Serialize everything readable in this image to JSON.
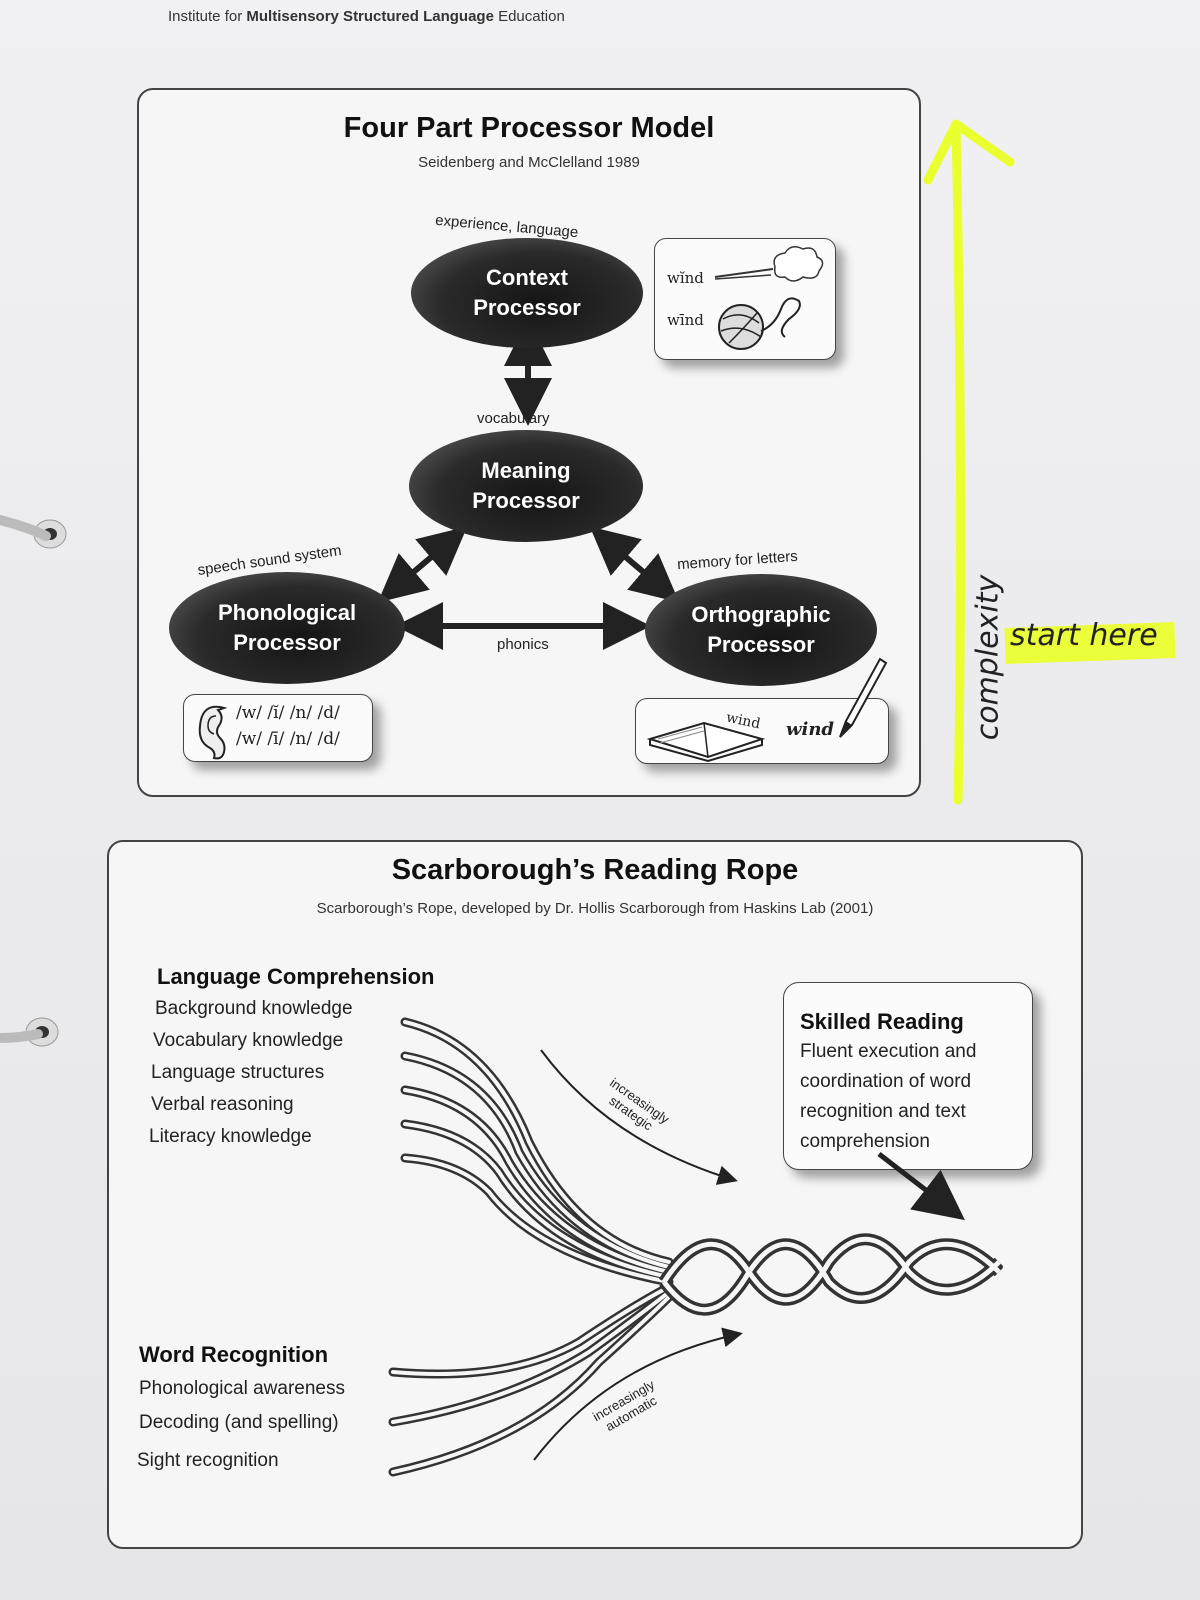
{
  "header": {
    "prefix": "Institute for ",
    "bold": "Multisensory Structured Language",
    "suffix": " Education"
  },
  "processor_model": {
    "title": "Four Part Processor Model",
    "subtitle": "Seidenberg and McClelland 1989",
    "context": {
      "line1": "Context",
      "line2": "Processor",
      "arc_label": "experience, language"
    },
    "meaning": {
      "line1": "Meaning",
      "line2": "Processor",
      "label": "vocabulary"
    },
    "phonological": {
      "line1": "Phonological",
      "line2": "Processor",
      "arc_label": "speech sound system"
    },
    "orthographic": {
      "line1": "Orthographic",
      "line2": "Processor",
      "arc_label": "memory for letters"
    },
    "phonics_label": "phonics",
    "context_card": {
      "word1": "wĭnd",
      "word2": "wīnd"
    },
    "phono_card": {
      "line1": "/w/ /ĭ/ /n/ /d/",
      "line2": "/w/ /ī/ /n/ /d/"
    },
    "ortho_card": {
      "book_word": "wind",
      "written_word": "wind"
    }
  },
  "annotation": {
    "arrow_label": "complexity",
    "start_label": "start here",
    "highlight_color": "#eaff3a"
  },
  "reading_rope": {
    "title": "Scarborough’s Reading Rope",
    "subtitle": "Scarborough’s Rope, developed by Dr. Hollis Scarborough from Haskins Lab (2001)",
    "language_comprehension": {
      "heading": "Language Comprehension",
      "items": [
        "Background knowledge",
        "Vocabulary knowledge",
        "Language structures",
        "Verbal reasoning",
        "Literacy knowledge"
      ]
    },
    "word_recognition": {
      "heading": "Word Recognition",
      "items": [
        "Phonological awareness",
        "Decoding (and spelling)",
        "Sight recognition"
      ]
    },
    "skilled_reading": {
      "heading": "Skilled Reading",
      "lines": [
        "Fluent execution and",
        "coordination of word",
        "recognition and text",
        "comprehension"
      ]
    },
    "arrow_strategic": {
      "line1": "increasingly",
      "line2": "strategic"
    },
    "arrow_automatic": {
      "line1": "increasingly",
      "line2": "automatic"
    }
  }
}
